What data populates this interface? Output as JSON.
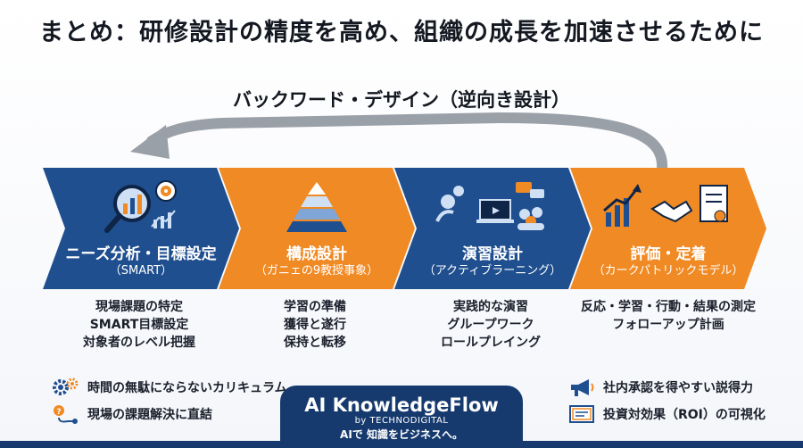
{
  "title": "まとめ：研修設計の精度を高め、組織の成長を加速させるために",
  "backward_design_label": "バックワード・デザイン（逆向き設計）",
  "stages": [
    {
      "name": "ニーズ分析・目標設定",
      "sub": "（SMART）",
      "color": "#1f4f8f",
      "items": [
        "現場課題の特定",
        "SMART目標設定",
        "対象者のレベル把握"
      ]
    },
    {
      "name": "構成設計",
      "sub": "（ガニェの9教授事象）",
      "color": "#f08a24",
      "items": [
        "学習の準備",
        "獲得と遂行",
        "保持と転移"
      ]
    },
    {
      "name": "演習設計",
      "sub": "（アクティブラーニング）",
      "color": "#1f4f8f",
      "items": [
        "実践的な演習",
        "グループワーク",
        "ロールプレイング"
      ]
    },
    {
      "name": "評価・定着",
      "sub": "（カークパトリックモデル）",
      "color": "#f08a24",
      "items": [
        "反応・学習・行動・結果の測定",
        "フォローアップ計画"
      ]
    }
  ],
  "benefits_left": [
    {
      "icon": "gears-icon",
      "text": "時間の無駄にならないカリキュラム"
    },
    {
      "icon": "problem-solving-icon",
      "text": "現場の課題解決に直結"
    }
  ],
  "benefits_right": [
    {
      "icon": "megaphone-icon",
      "text": "社内承認を得やすい説得力"
    },
    {
      "icon": "certificate-icon",
      "text": "投資対効果（ROI）の可視化"
    }
  ],
  "brand": {
    "name": "AI KnowledgeFlow",
    "by": "by TECHNODIGITAL",
    "tagline": "AIで 知識をビジネスへ。"
  },
  "colors": {
    "navy": "#1f4f8f",
    "orange": "#f08a24",
    "dark_navy": "#163a6e",
    "arrow_gray": "#9aa0a8"
  }
}
